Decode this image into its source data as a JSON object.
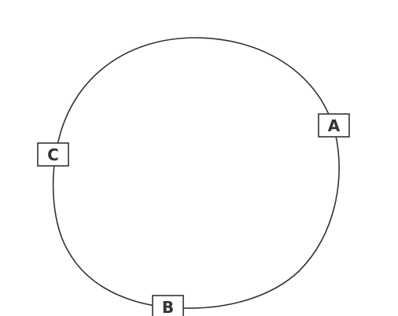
{
  "diagram": {
    "type": "ring",
    "colors": {
      "stroke": "#333333",
      "node_fill": "#ffffff",
      "label": "#333333",
      "background": "#ffffff"
    },
    "nodes": [
      {
        "id": "A",
        "label": "A"
      },
      {
        "id": "B",
        "label": "B"
      },
      {
        "id": "C",
        "label": "C"
      }
    ]
  }
}
